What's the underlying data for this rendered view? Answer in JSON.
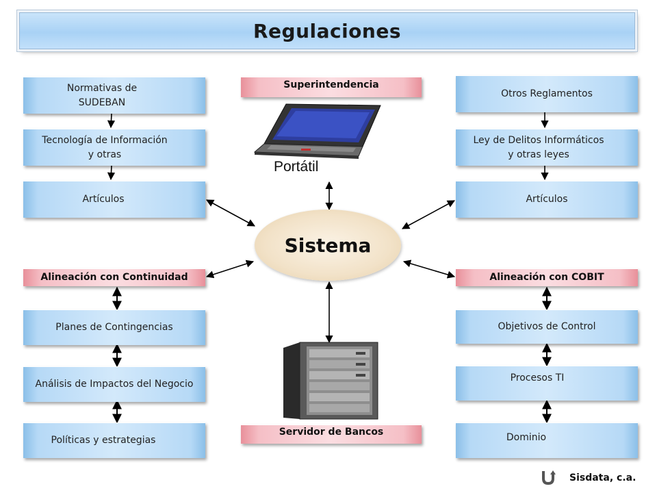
{
  "title": "Regulaciones",
  "center": "Sistema",
  "top_label": "Superintendencia",
  "laptop_label": "Portátil",
  "bottom_label": "Servidor de Bancos",
  "left": {
    "normativas": "Normativas de\nSUDEBAN",
    "tecnologia": "Tecnología de Información\ny otras",
    "articulos": "Artículos",
    "alineacion": "Alineación con Continuidad",
    "planes": "Planes de  Contingencias",
    "analisis": "Análisis de  Impactos del Negocio",
    "politicas": "Políticas y estrategias"
  },
  "right": {
    "otros": "Otros Reglamentos",
    "ley": "Ley de Delitos Informáticos\ny otras leyes",
    "articulos": "Artículos",
    "alineacion": "Alineación con COBIT",
    "objetivos": "Objetivos de  Control",
    "procesos": "Procesos TI",
    "dominio": "Dominio"
  },
  "footer": "Sisdata, c.a."
}
